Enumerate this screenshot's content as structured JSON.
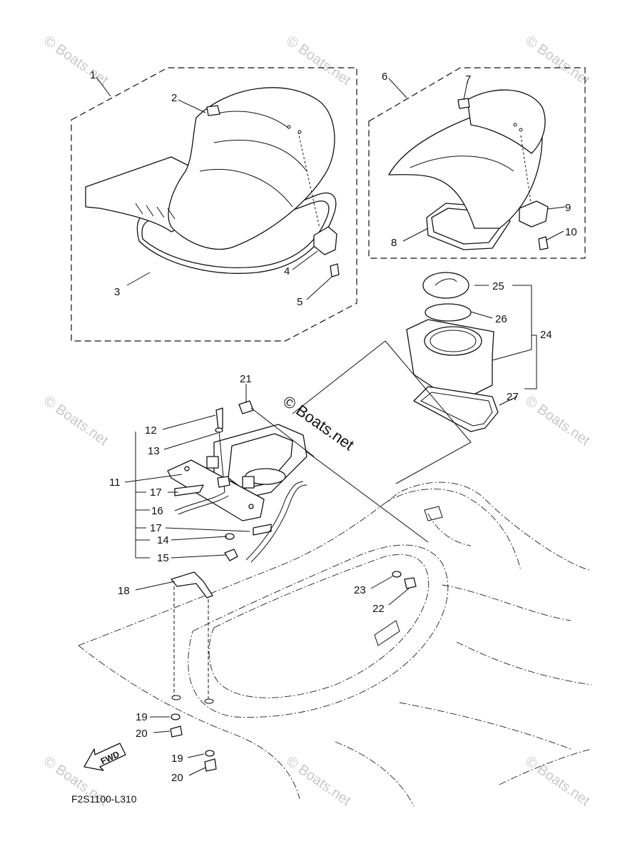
{
  "diagram_code": "F2S1100-L310",
  "fwd_label": "FWD",
  "watermark_text": "© Boats.net",
  "center_brand": "© Boats.net",
  "callouts": {
    "c1": "1",
    "c2": "2",
    "c3": "3",
    "c4": "4",
    "c5": "5",
    "c6": "6",
    "c7": "7",
    "c8": "8",
    "c9": "9",
    "c10": "10",
    "c11": "11",
    "c12": "12",
    "c13": "13",
    "c14": "14",
    "c15": "15",
    "c16": "16",
    "c17a": "17",
    "c17b": "17",
    "c18": "18",
    "c19a": "19",
    "c19b": "19",
    "c20a": "20",
    "c20b": "20",
    "c21": "21",
    "c22": "22",
    "c23": "23",
    "c24": "24",
    "c25": "25",
    "c26": "26",
    "c27": "27"
  },
  "colors": {
    "line": "#111111",
    "watermark": "#c9c9c9",
    "background": "#ffffff"
  }
}
